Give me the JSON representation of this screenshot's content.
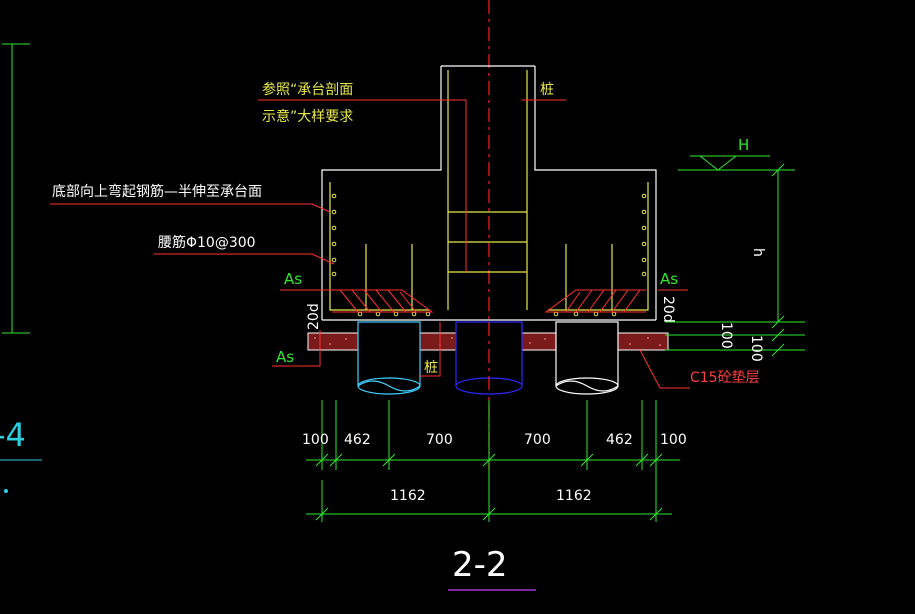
{
  "labels": {
    "ref_line1": "参照“承台剖面",
    "ref_line2": "示意”大样要求",
    "pile_top": "桩",
    "bottom_bar": "底部向上弯起钢筋—半伸至承台面",
    "waist_bar": "腰筋Φ10@300",
    "as_left_top": "As",
    "as_right_top": "As",
    "as_left_bottom": "As",
    "d20_left": "20d",
    "d20_right": "20d",
    "pile_mid": "桩",
    "pad_layer": "C15砼垫层",
    "level_mark": "H",
    "height_h": "h",
    "dim_100_a": "100",
    "dim_100_b": "100",
    "section_title": "2-2",
    "side_label": "-4"
  },
  "dimensions": {
    "row1": [
      "100",
      "462",
      "700",
      "700",
      "462",
      "100"
    ],
    "row2": [
      "1162",
      "1162"
    ]
  },
  "colors": {
    "background": "#000000",
    "concrete": "#ffffff",
    "pile_center": "#2a2aff",
    "pile_side": "#3fd0ff",
    "rebar": "#e8e84a",
    "axis": "#ff2020",
    "dimension": "#2ee82e",
    "leader": "#ff3030",
    "title_underline": "#c040ff",
    "left_label": "#2ad0e0"
  }
}
